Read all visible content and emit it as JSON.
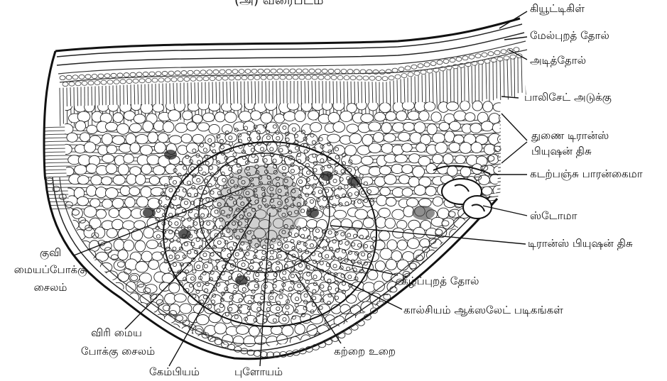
{
  "title": "(அ) வரைபடம்",
  "labels": {
    "cuticle": "கியூட்டிகிள்",
    "upper_epidermis": "மேல்புறத் தோல்",
    "hypodermis": "அடித்தோல்",
    "palisade": "பாலிசேட் அடுக்கு",
    "accessory_transfusion_1": "துணை டிரான்ஸ்",
    "accessory_transfusion_2": "பியுஷன் திசு",
    "spongy": "கடற்பஞ்சு பாரன்கைமா",
    "stomata": "ஸ்டோமா",
    "transfusion": "டிரான்ஸ் பியுஷன் திசு",
    "lower_epidermis": "கீழ்ப்புறத் தோல்",
    "crystals": "கால்சியம் ஆக்ஸலேட் படிகங்கள்",
    "bundle_sheath": "கற்றை உறை",
    "phloem": "புளோயம்",
    "cambium": "கேம்பியம்",
    "centrifugal_1": "விரி மைய",
    "centrifugal_2": "போக்கு சைலம்",
    "centripetal_1": "குவி",
    "centripetal_2": "மையப்போக்கு",
    "centripetal_3": "சைலம்"
  }
}
